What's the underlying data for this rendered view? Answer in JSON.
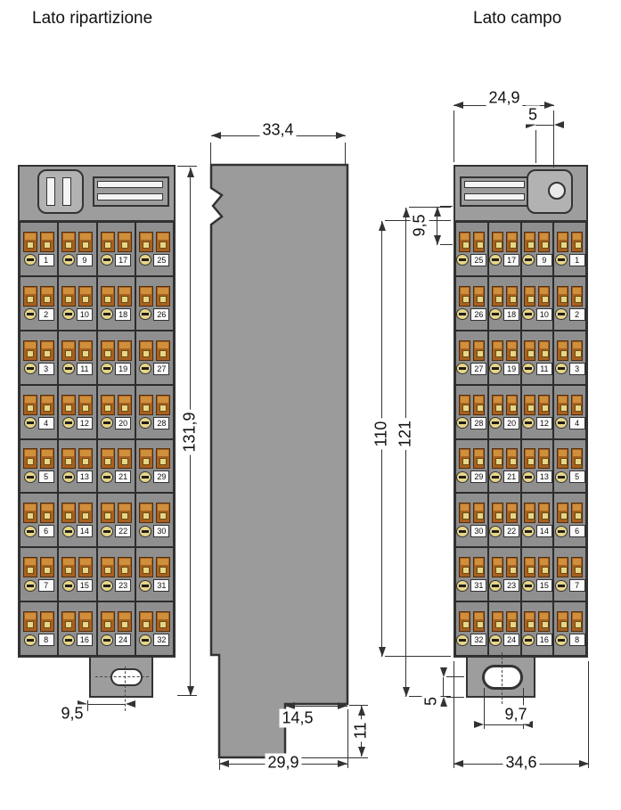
{
  "labels": {
    "left": "Lato ripartizione",
    "right": "Lato campo"
  },
  "dimensions": {
    "profile_top_width": "33,4",
    "left_total_height": "131,9",
    "right_grid_height": "110",
    "right_body_height": "121",
    "profile_step_width": "14,5",
    "profile_foot_height": "11",
    "profile_bottom_width": "29,9",
    "right_top_width": "24,9",
    "right_top_hole_offset": "5",
    "right_header_inset": "9,5",
    "right_foot_inset": "5",
    "right_foot_slot_width": "9,7",
    "right_bottom_width": "34,6",
    "left_foot_slot_offset": "9,5"
  },
  "left_block": {
    "rows": [
      [
        1,
        9,
        17,
        25
      ],
      [
        2,
        10,
        18,
        26
      ],
      [
        3,
        11,
        19,
        27
      ],
      [
        4,
        12,
        20,
        28
      ],
      [
        5,
        13,
        21,
        29
      ],
      [
        6,
        14,
        22,
        30
      ],
      [
        7,
        15,
        23,
        31
      ],
      [
        8,
        16,
        24,
        32
      ]
    ]
  },
  "right_block": {
    "rows": [
      [
        25,
        17,
        9,
        1
      ],
      [
        26,
        18,
        10,
        2
      ],
      [
        27,
        19,
        11,
        3
      ],
      [
        28,
        20,
        12,
        4
      ],
      [
        29,
        21,
        13,
        5
      ],
      [
        30,
        22,
        14,
        6
      ],
      [
        31,
        23,
        15,
        7
      ],
      [
        32,
        24,
        16,
        8
      ]
    ]
  },
  "colors": {
    "body": "#9d9d9d",
    "cell": "#8f8f8f",
    "outline": "#333333",
    "clamp": "#a8601f",
    "clamp-hi": "#cf8f3b",
    "button": "#e7d588"
  }
}
